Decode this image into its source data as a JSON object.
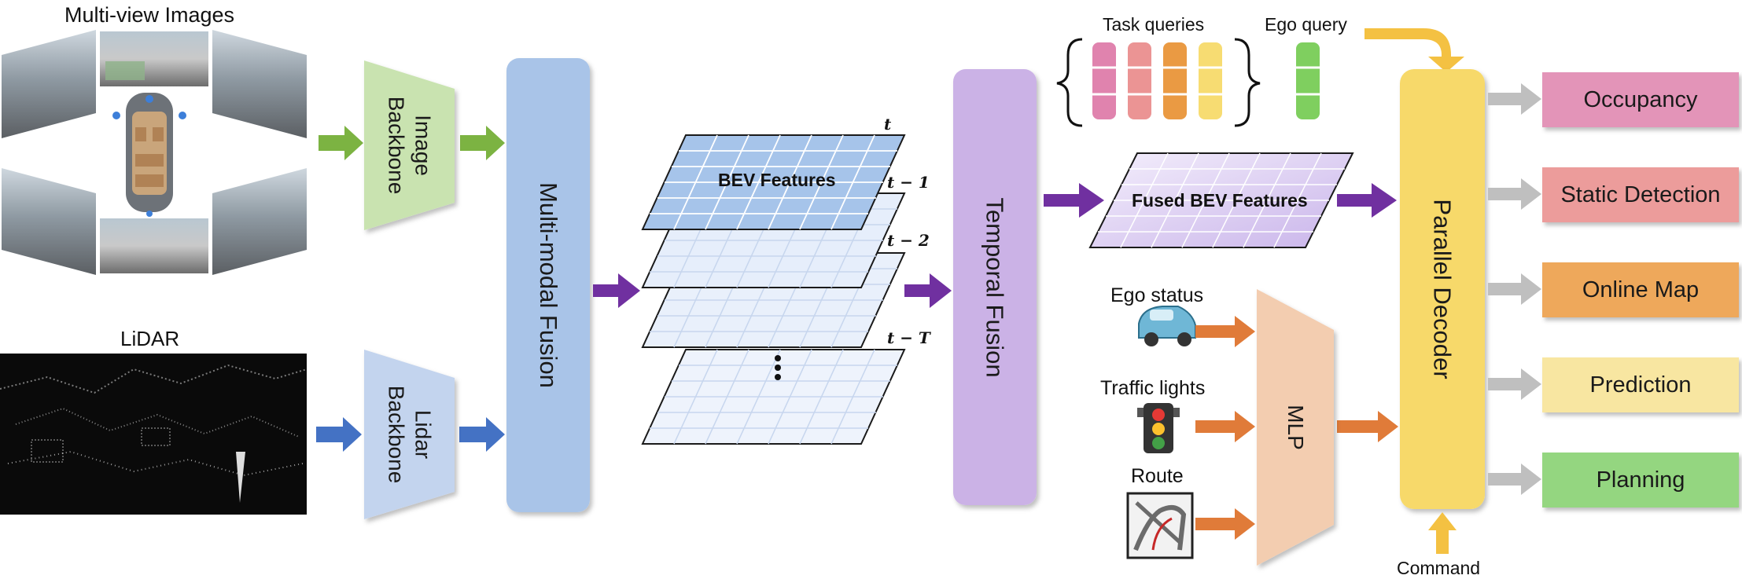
{
  "inputs": {
    "multiview_title": "Multi-view Images",
    "lidar_title": "LiDAR"
  },
  "backbones": {
    "image": "Image Backbone",
    "lidar": "Lidar Backbone"
  },
  "fusion": {
    "multimodal": "Multi-modal Fusion",
    "temporal": "Temporal Fusion"
  },
  "bev": {
    "label": "BEV Features",
    "times": [
      "t",
      "t − 1",
      "t − 2",
      "t − T"
    ],
    "fused_label": "Fused BEV Features"
  },
  "queries": {
    "task": "Task queries",
    "ego": "Ego query"
  },
  "inputs_right": {
    "ego_status": "Ego status",
    "traffic_lights": "Traffic lights",
    "route": "Route"
  },
  "mlp": "MLP",
  "decoder": "Parallel Decoder",
  "command": "Command",
  "outputs": [
    {
      "label": "Occupancy",
      "color": "#e394b8"
    },
    {
      "label": "Static Detection",
      "color": "#ec9c9b"
    },
    {
      "label": "Online Map",
      "color": "#eea85b"
    },
    {
      "label": "Prediction",
      "color": "#f8e6a1"
    },
    {
      "label": "Planning",
      "color": "#94d680"
    }
  ],
  "colors": {
    "image_path": "#7cb342",
    "lidar_path": "#4472c4",
    "bev_path": "#7030a0",
    "mlp_path": "#e07b39",
    "ego_path": "#f4c142",
    "output_arrow": "#bfbfbf",
    "multimodal_fill": "#a9c4e8",
    "temporal_fill": "#cbb2e6",
    "decoder_fill": "#f7d96a",
    "mlp_fill": "#f3cdb0"
  }
}
